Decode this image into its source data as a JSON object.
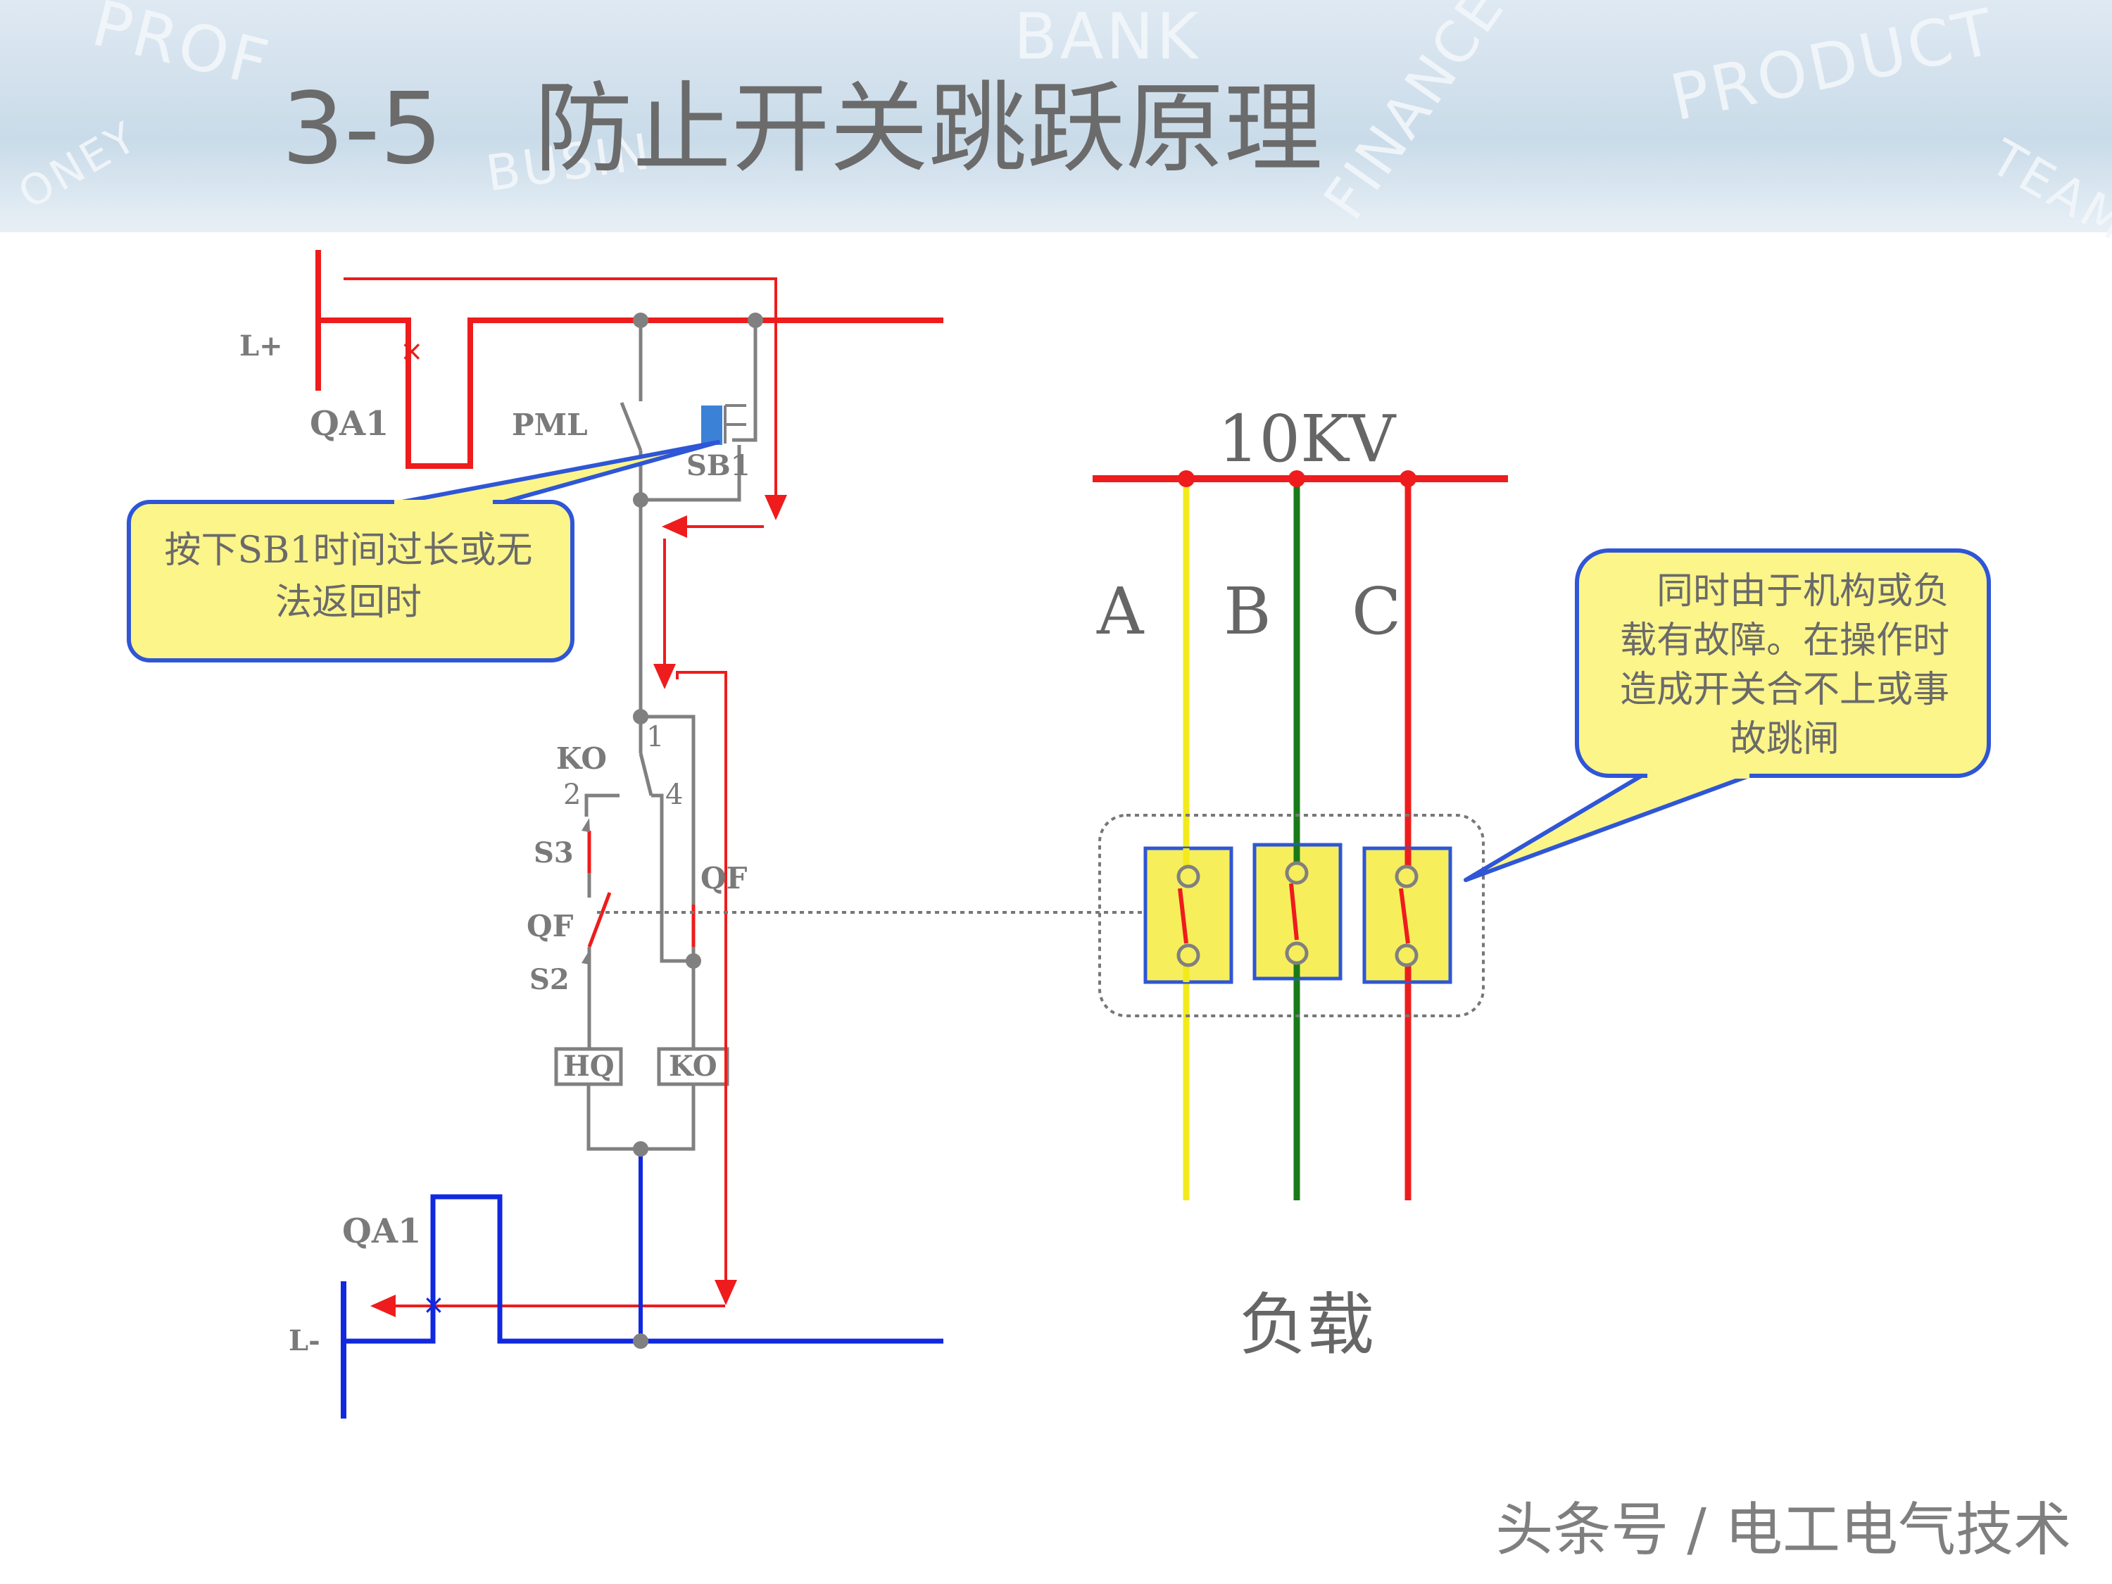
{
  "banner": {
    "words": [
      "PROF",
      "BANK",
      "PRODUCT",
      "BUSIN",
      "ONEY",
      "FINANCE",
      "TEAM"
    ]
  },
  "title": {
    "number": "3-5",
    "text": "防止开关跳跃原理"
  },
  "circuit": {
    "labels": {
      "l_plus": "L+",
      "qa1_top": "QA1",
      "pml": "PML",
      "sb1": "SB1",
      "ko": "KO",
      "pin1": "1",
      "pin2": "2",
      "pin4": "4",
      "s3": "S3",
      "qf_left": "QF",
      "qf_right": "QF",
      "s2": "S2",
      "hq_coil": "HQ",
      "ko_coil": "KO",
      "qa1_bottom": "QA1",
      "l_minus": "L-"
    },
    "callout": "按下SB1时间过长或无法返回时"
  },
  "load": {
    "voltage": "10KV",
    "phases": [
      "A",
      "B",
      "C"
    ],
    "phase_colors": [
      "#f2ea1c",
      "#1a7a1a",
      "#ee1c1c"
    ],
    "callout": "同时由于机构或负载有故障。在操作时造成开关合不上或事故跳闸",
    "caption": "负载"
  },
  "watermark": "头条号 / 电工电气技术",
  "colors": {
    "positive_bus": "#ee1c1c",
    "negative_bus": "#1028e0",
    "wire": "#808080",
    "callout_fill": "#fbf58a",
    "callout_border": "#2f56d6",
    "switch_box": "#f7ee5c"
  }
}
